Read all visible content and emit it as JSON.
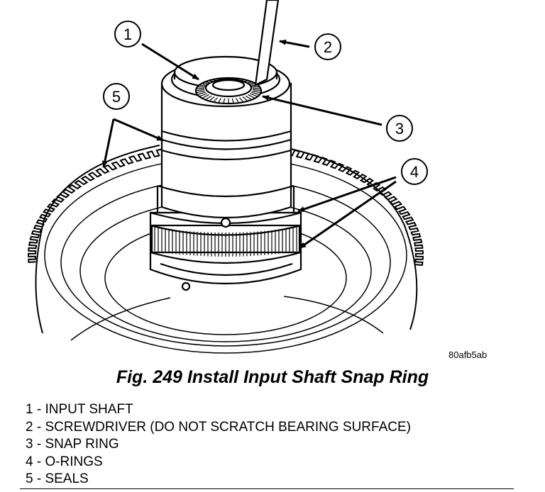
{
  "figure": {
    "image_code": "80afb5ab",
    "caption": "Fig. 249 Install Input Shaft Snap Ring",
    "callouts": [
      {
        "number": "1",
        "label": "INPUT SHAFT"
      },
      {
        "number": "2",
        "label": "SCREWDRIVER (DO NOT SCRATCH BEARING SURFACE)"
      },
      {
        "number": "3",
        "label": "SNAP RING"
      },
      {
        "number": "4",
        "label": "O-RINGS"
      },
      {
        "number": "5",
        "label": "SEALS"
      }
    ]
  },
  "legend": [
    "1 - INPUT SHAFT",
    "2 - SCREWDRIVER (DO NOT SCRATCH BEARING SURFACE)",
    "3 - SNAP RING",
    "4 - O-RINGS",
    "5 - SEALS"
  ],
  "colors": {
    "ink": "#000000",
    "paper": "#ffffff"
  }
}
